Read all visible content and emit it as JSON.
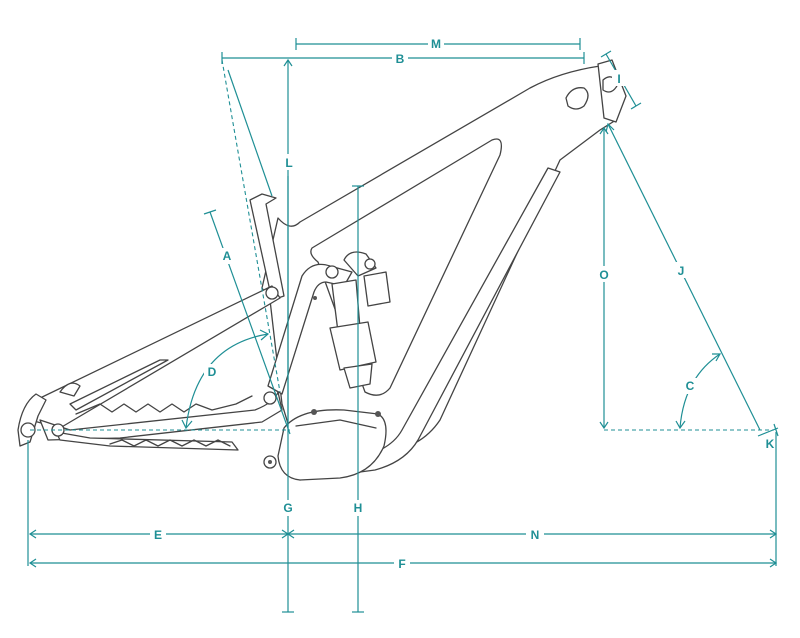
{
  "colors": {
    "dimension": "#1f8f95",
    "frame_outline": "#444444",
    "background": "#ffffff"
  },
  "labels": {
    "a": "A",
    "b": "B",
    "c": "C",
    "d": "D",
    "e": "E",
    "f": "F",
    "g": "G",
    "h": "H",
    "i": "I",
    "j": "J",
    "k": "K",
    "l": "L",
    "m": "M",
    "n": "N",
    "o": "O"
  }
}
